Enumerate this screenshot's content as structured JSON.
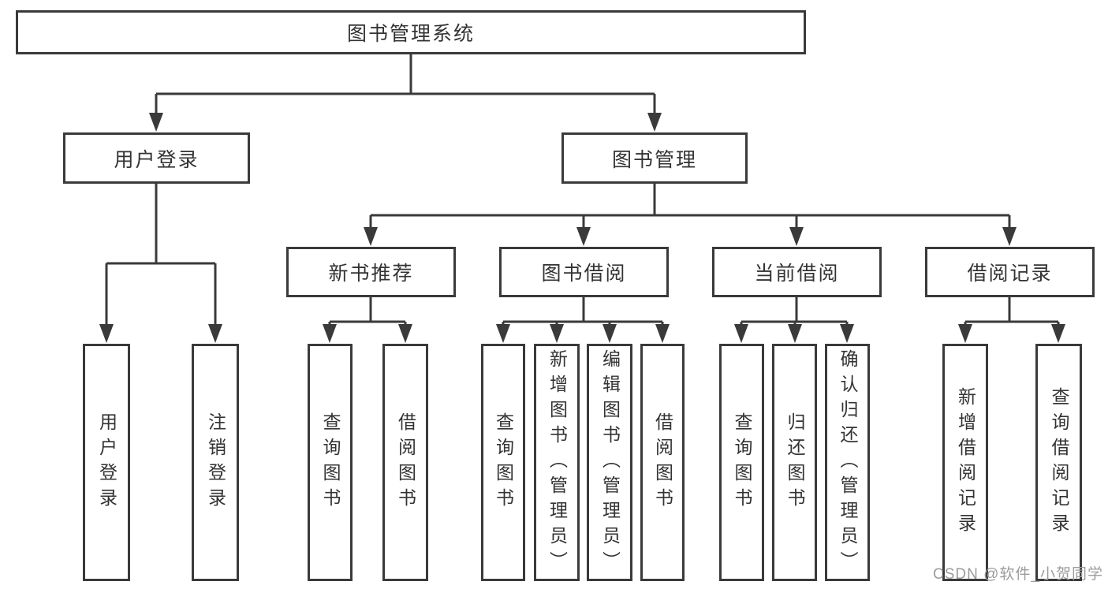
{
  "watermark": "CSDN @软件_小贺同学",
  "colors": {
    "line": "#3a3a3a",
    "border": "#3a3a3a",
    "text": "#333333",
    "background": "#ffffff",
    "watermark": "#9c9c9c"
  },
  "tree": {
    "root": "图书管理系统",
    "user_login": {
      "label": "用户登录",
      "children": [
        "用户登录",
        "注销登录"
      ]
    },
    "book_management": {
      "label": "图书管理",
      "sections": [
        {
          "label": "新书推荐",
          "children": [
            "查询图书",
            "借阅图书"
          ]
        },
        {
          "label": "图书借阅",
          "children": [
            "查询图书",
            "新增图书（管理员）",
            "编辑图书（管理员）",
            "借阅图书"
          ]
        },
        {
          "label": "当前借阅",
          "children": [
            "查询图书",
            "归还图书",
            "确认归还（管理员）"
          ]
        },
        {
          "label": "借阅记录",
          "children": [
            "新增借阅记录",
            "查询借阅记录"
          ]
        }
      ]
    }
  }
}
